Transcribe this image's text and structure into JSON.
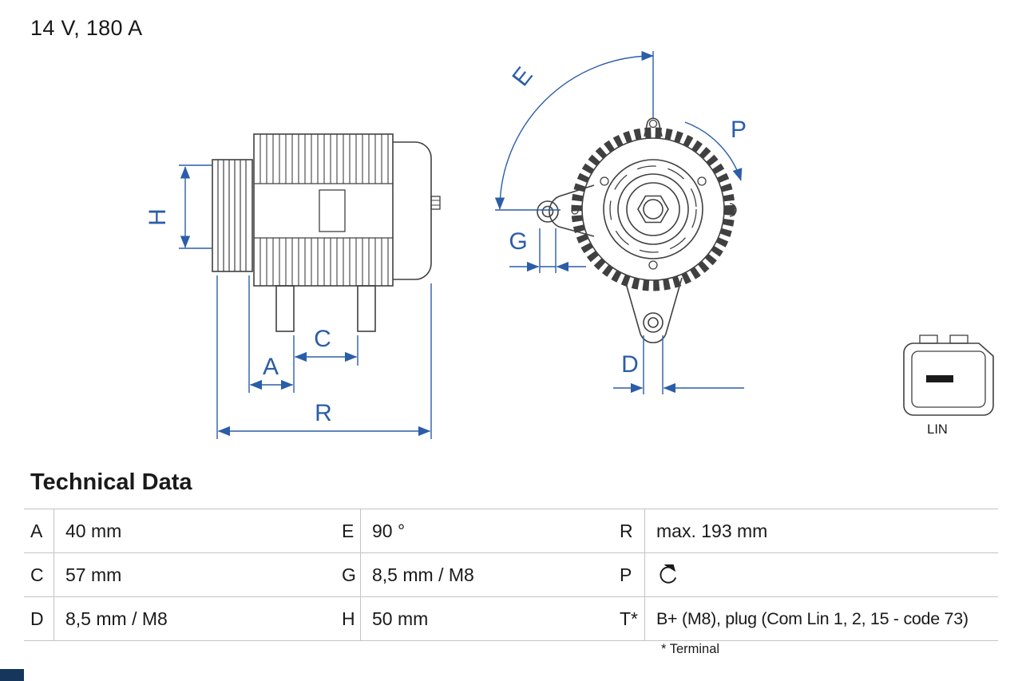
{
  "title": "14 V, 180 A",
  "drawing": {
    "labels": {
      "H": "H",
      "A": "A",
      "C": "C",
      "R": "R",
      "E": "E",
      "G": "G",
      "D": "D",
      "P": "P"
    },
    "connector_label": "LIN"
  },
  "technical_data": {
    "heading": "Technical Data",
    "rows": [
      {
        "c1k": "A",
        "c1v": "40 mm",
        "c2k": "E",
        "c2v": "90 °",
        "c3k": "R",
        "c3v": "max. 193 mm"
      },
      {
        "c1k": "C",
        "c1v": "57 mm",
        "c2k": "G",
        "c2v": "8,5 mm / M8",
        "c3k": "P",
        "c3v": ""
      },
      {
        "c1k": "D",
        "c1v": "8,5 mm / M8",
        "c2k": "H",
        "c2v": "50 mm",
        "c3k": "T*",
        "c3v": "B+ (M8), plug (Com Lin 1, 2, 15 - code 73)"
      }
    ],
    "footnote": "* Terminal"
  },
  "colors": {
    "dimension_blue": "#2b5da8",
    "line": "#404040",
    "accent_bar": "#17365c"
  }
}
